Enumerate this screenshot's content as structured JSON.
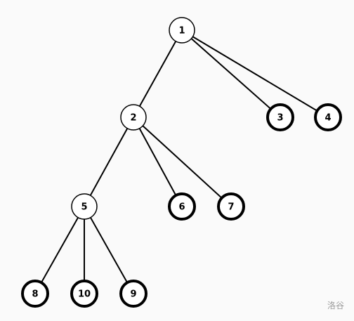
{
  "tree": {
    "nodes": [
      {
        "id": "1",
        "label": "1",
        "kind": "internal"
      },
      {
        "id": "2",
        "label": "2",
        "kind": "internal"
      },
      {
        "id": "3",
        "label": "3",
        "kind": "leaf"
      },
      {
        "id": "4",
        "label": "4",
        "kind": "leaf"
      },
      {
        "id": "5",
        "label": "5",
        "kind": "internal"
      },
      {
        "id": "6",
        "label": "6",
        "kind": "leaf"
      },
      {
        "id": "7",
        "label": "7",
        "kind": "leaf"
      },
      {
        "id": "8",
        "label": "8",
        "kind": "leaf"
      },
      {
        "id": "10",
        "label": "10",
        "kind": "leaf"
      },
      {
        "id": "9",
        "label": "9",
        "kind": "leaf"
      }
    ],
    "edges": [
      [
        "1",
        "2"
      ],
      [
        "1",
        "3"
      ],
      [
        "1",
        "4"
      ],
      [
        "2",
        "5"
      ],
      [
        "2",
        "6"
      ],
      [
        "2",
        "7"
      ],
      [
        "5",
        "8"
      ],
      [
        "5",
        "10"
      ],
      [
        "5",
        "9"
      ]
    ]
  },
  "watermark": "洛谷"
}
